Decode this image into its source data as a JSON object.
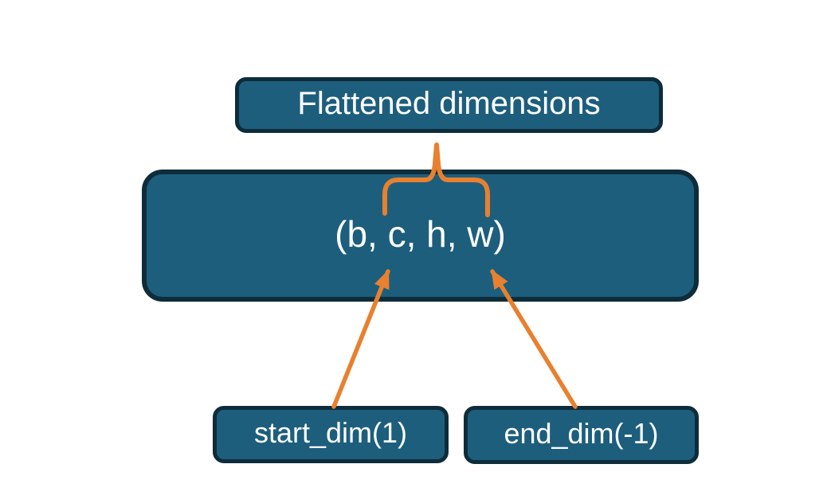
{
  "diagram": {
    "title": "Flatten start_dim / end_dim diagram",
    "background_color": "#ffffff",
    "colors": {
      "box_fill": "#1d5e7d",
      "box_border": "#0e2c3a",
      "text": "#ffffff",
      "accent_orange": "#e8802f"
    },
    "nodes": {
      "top_label": {
        "text": "Flattened dimensions"
      },
      "main_box": {
        "text": "(b, c, h, w)"
      },
      "bottom_left": {
        "text": "start_dim(1)"
      },
      "bottom_right": {
        "text": "end_dim(-1)"
      }
    },
    "annotations": {
      "brace": {
        "shape": "curly-brace-pointing-up",
        "spans": "c, h portion of (b, c, h, w)",
        "connects_to": "Flattened dimensions"
      },
      "arrows": [
        {
          "from": "start_dim(1)",
          "points_to": "c"
        },
        {
          "from": "end_dim(-1)",
          "points_to": "w"
        }
      ]
    }
  }
}
